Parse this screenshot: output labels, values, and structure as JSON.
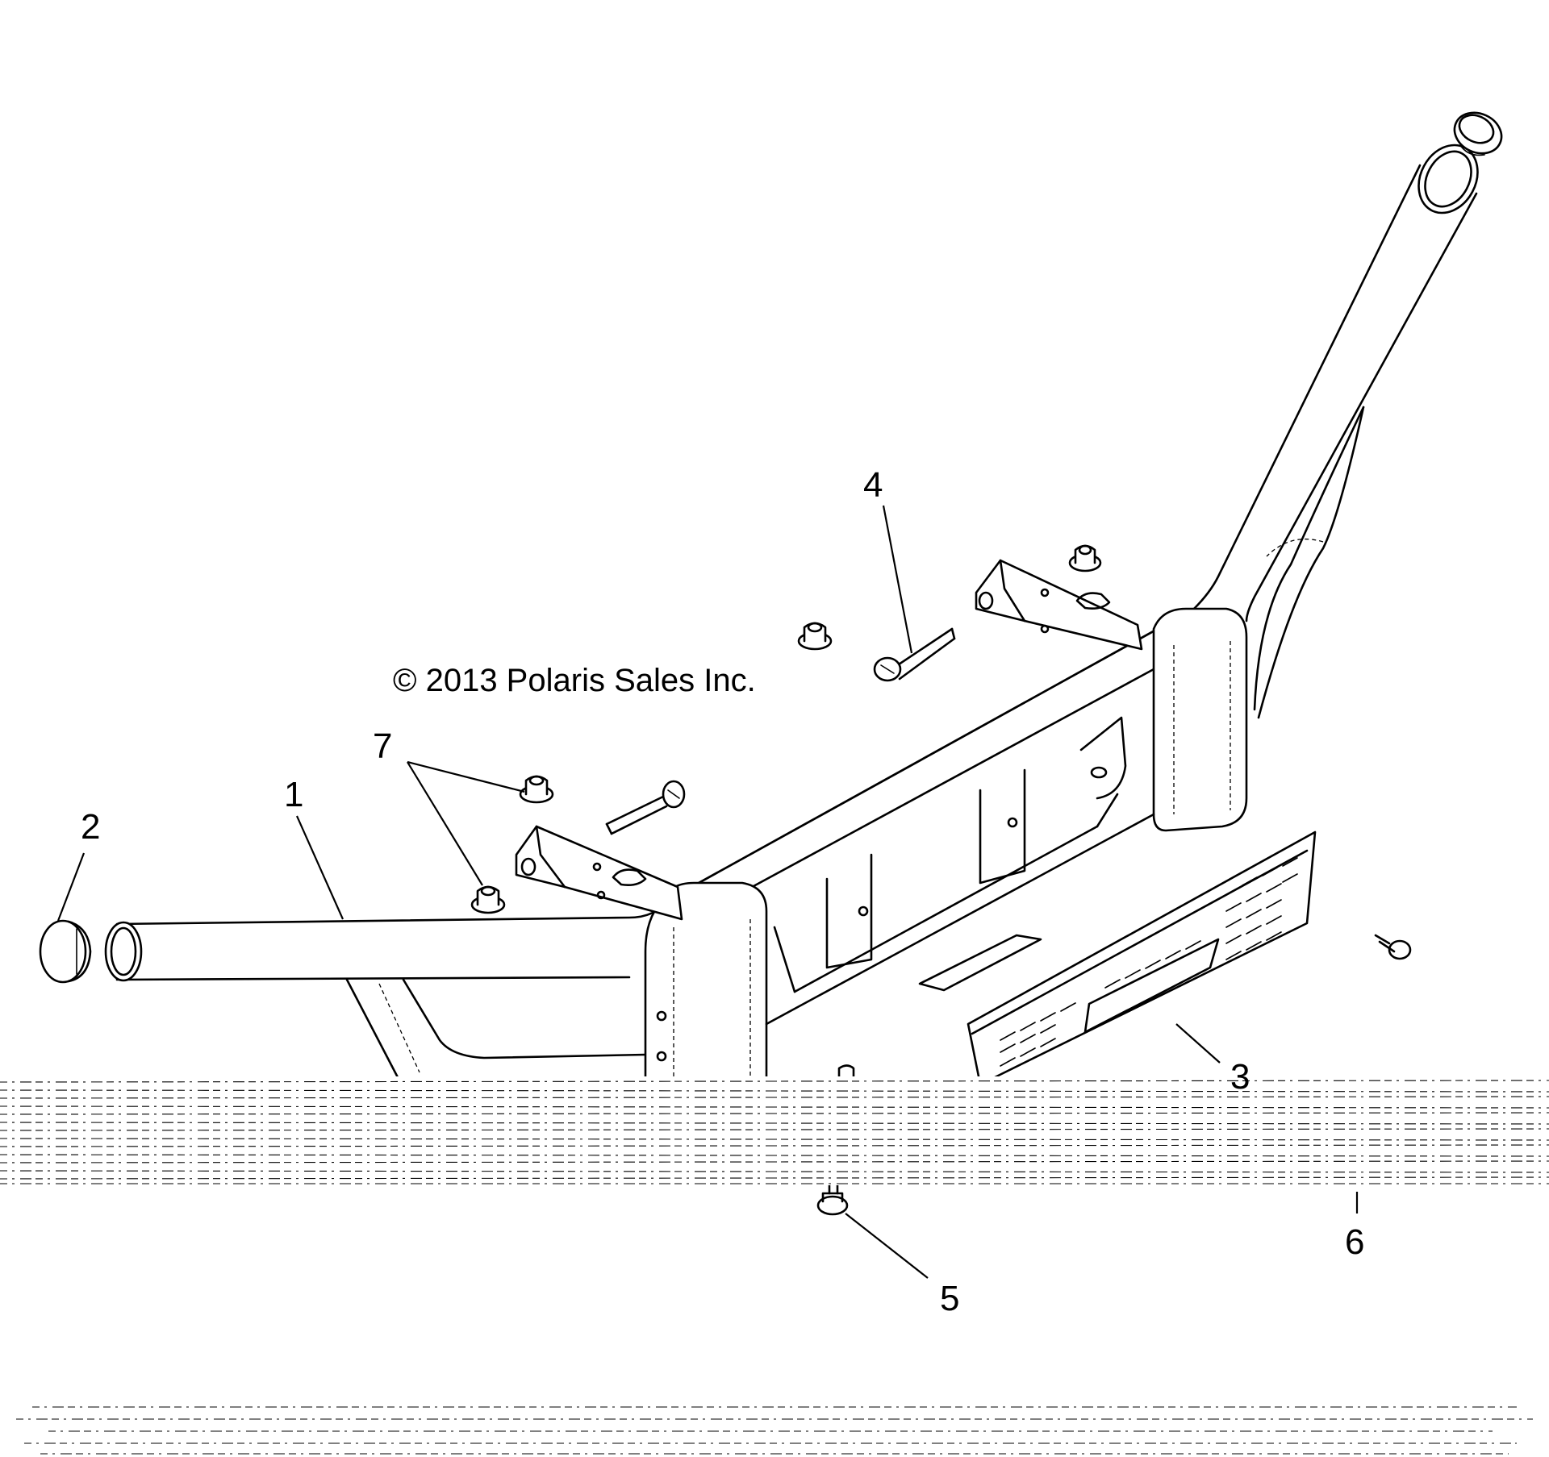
{
  "diagram": {
    "copyright": "© 2013 Polaris Sales Inc.",
    "callouts": {
      "c1": "1",
      "c2": "2",
      "c3": "3",
      "c4": "4",
      "c5": "5",
      "c6": "6",
      "c7": "7"
    },
    "line_color": "#000000",
    "background": "#ffffff"
  }
}
